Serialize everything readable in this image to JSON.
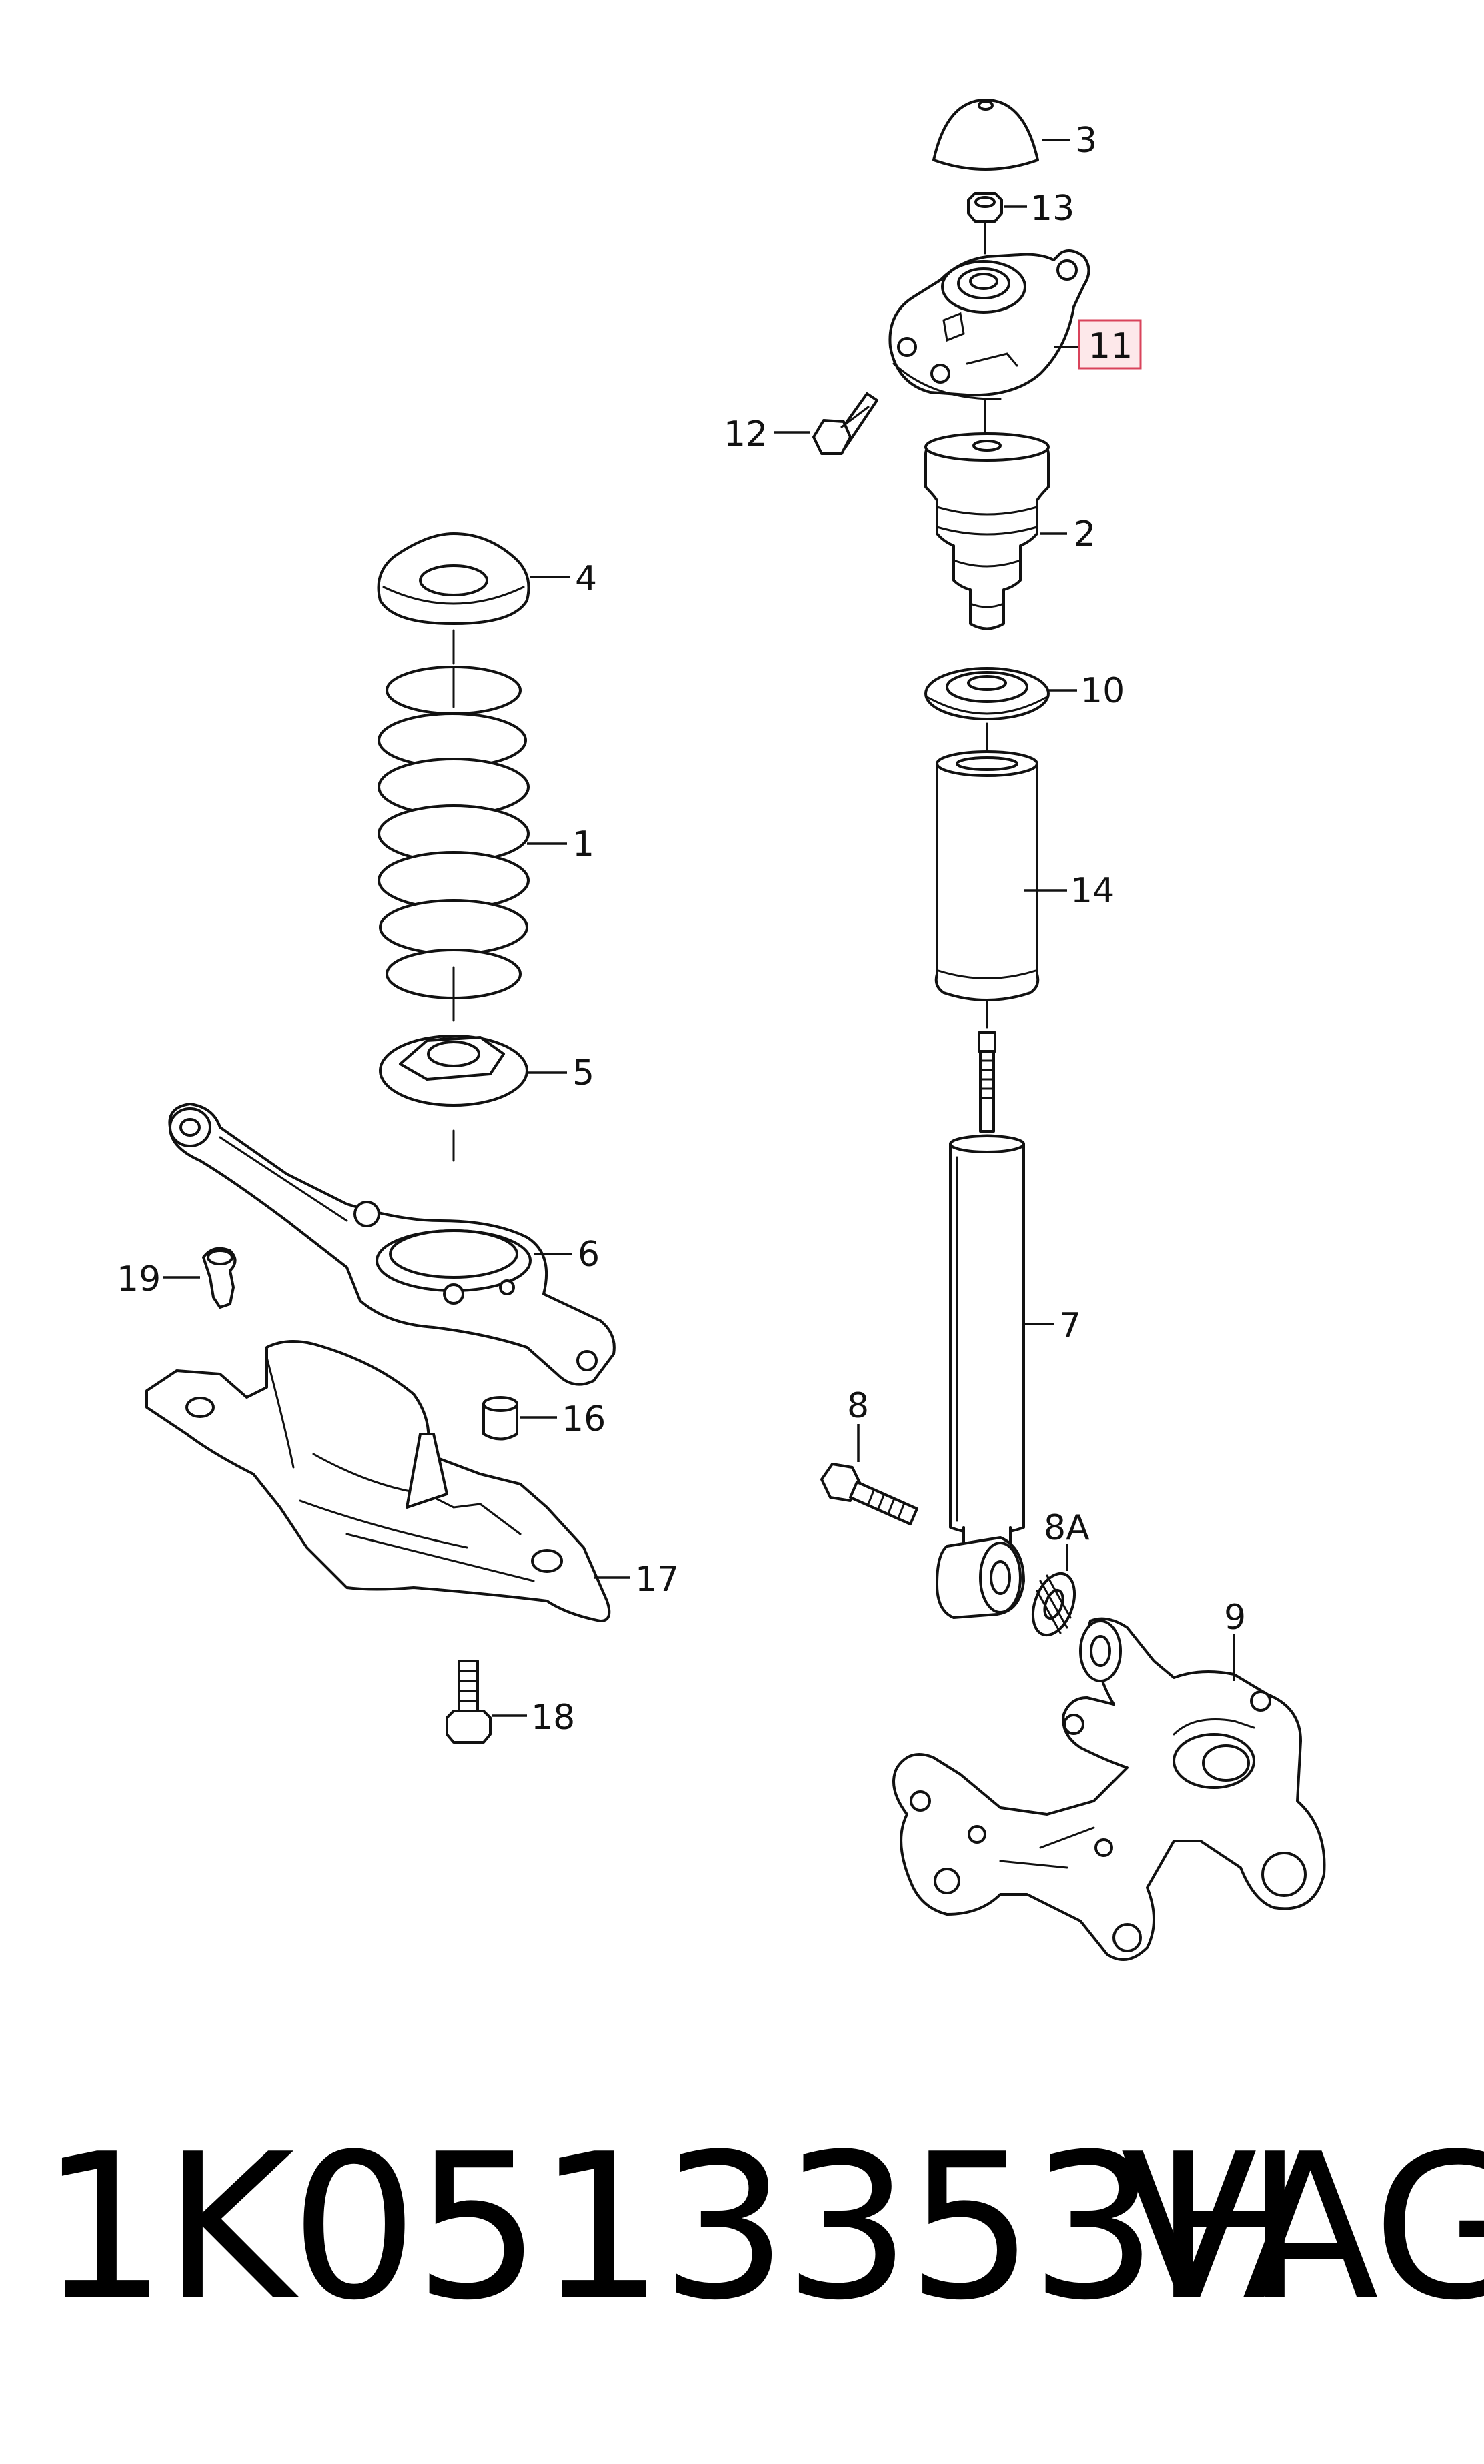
{
  "callouts": {
    "c1": "1",
    "c2": "2",
    "c3": "3",
    "c4": "4",
    "c5": "5",
    "c6": "6",
    "c7": "7",
    "c8": "8",
    "c8a": "8A",
    "c9": "9",
    "c10": "10",
    "c11": "11",
    "c12": "12",
    "c13": "13",
    "c14": "14",
    "c16": "16",
    "c17": "17",
    "c18": "18",
    "c19": "19"
  },
  "highlighted_callout": "11",
  "highlight_color": "#d9435b",
  "footer": {
    "part_number": "1K0513353H",
    "brand": "VAG"
  }
}
